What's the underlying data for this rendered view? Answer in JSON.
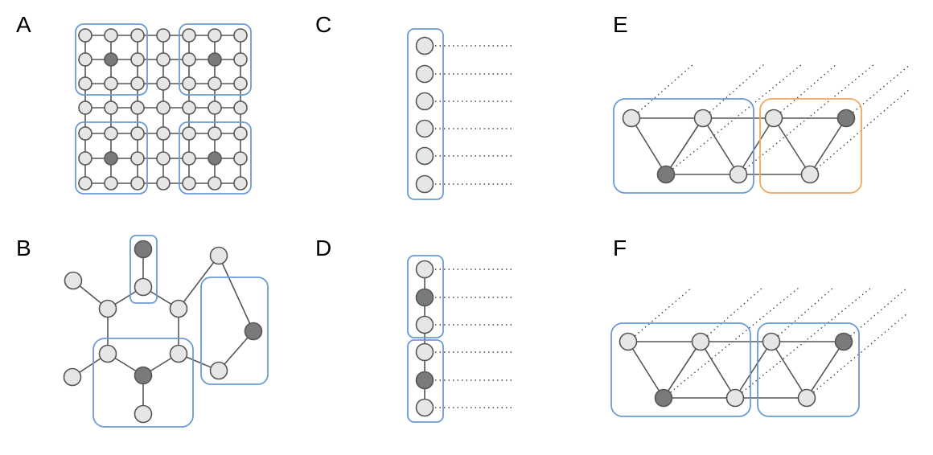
{
  "panels": [
    {
      "id": "A",
      "label": "A"
    },
    {
      "id": "B",
      "label": "B"
    },
    {
      "id": "C",
      "label": "C"
    },
    {
      "id": "D",
      "label": "D"
    },
    {
      "id": "E",
      "label": "E"
    },
    {
      "id": "F",
      "label": "F"
    }
  ],
  "colors": {
    "node_light": "#e6e6e6",
    "node_dark": "#7a7a7a",
    "box_blue": "#6b9bd2",
    "box_orange": "#f0a860",
    "edge": "#555555"
  }
}
